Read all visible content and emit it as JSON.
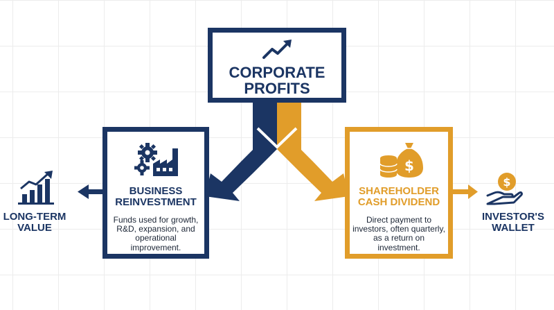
{
  "colors": {
    "navy": "#1b3563",
    "gold": "#e19d2a",
    "text_dark": "#1b2535"
  },
  "top": {
    "title_line1": "CORPORATE",
    "title_line2": "PROFITS",
    "icon": "trend-up-arrow-icon"
  },
  "left": {
    "title_line1": "BUSINESS",
    "title_line2": "REINVESTMENT",
    "description": "Funds used for growth, R&D, expansion, and operational improvement.",
    "icon": "gears-factory-icon"
  },
  "right": {
    "title_line1": "SHAREHOLDER",
    "title_line2": "CASH DIVIDEND",
    "description": "Direct payment to investors, often quarterly, as a return on investment.",
    "icon": "money-bag-coins-icon"
  },
  "outcomes": {
    "left_line1": "LONG-TERM",
    "left_line2": "VALUE",
    "left_icon": "growth-bar-chart-icon",
    "right_line1": "INVESTOR'S",
    "right_line2": "WALLET",
    "right_icon": "hand-coin-icon"
  }
}
